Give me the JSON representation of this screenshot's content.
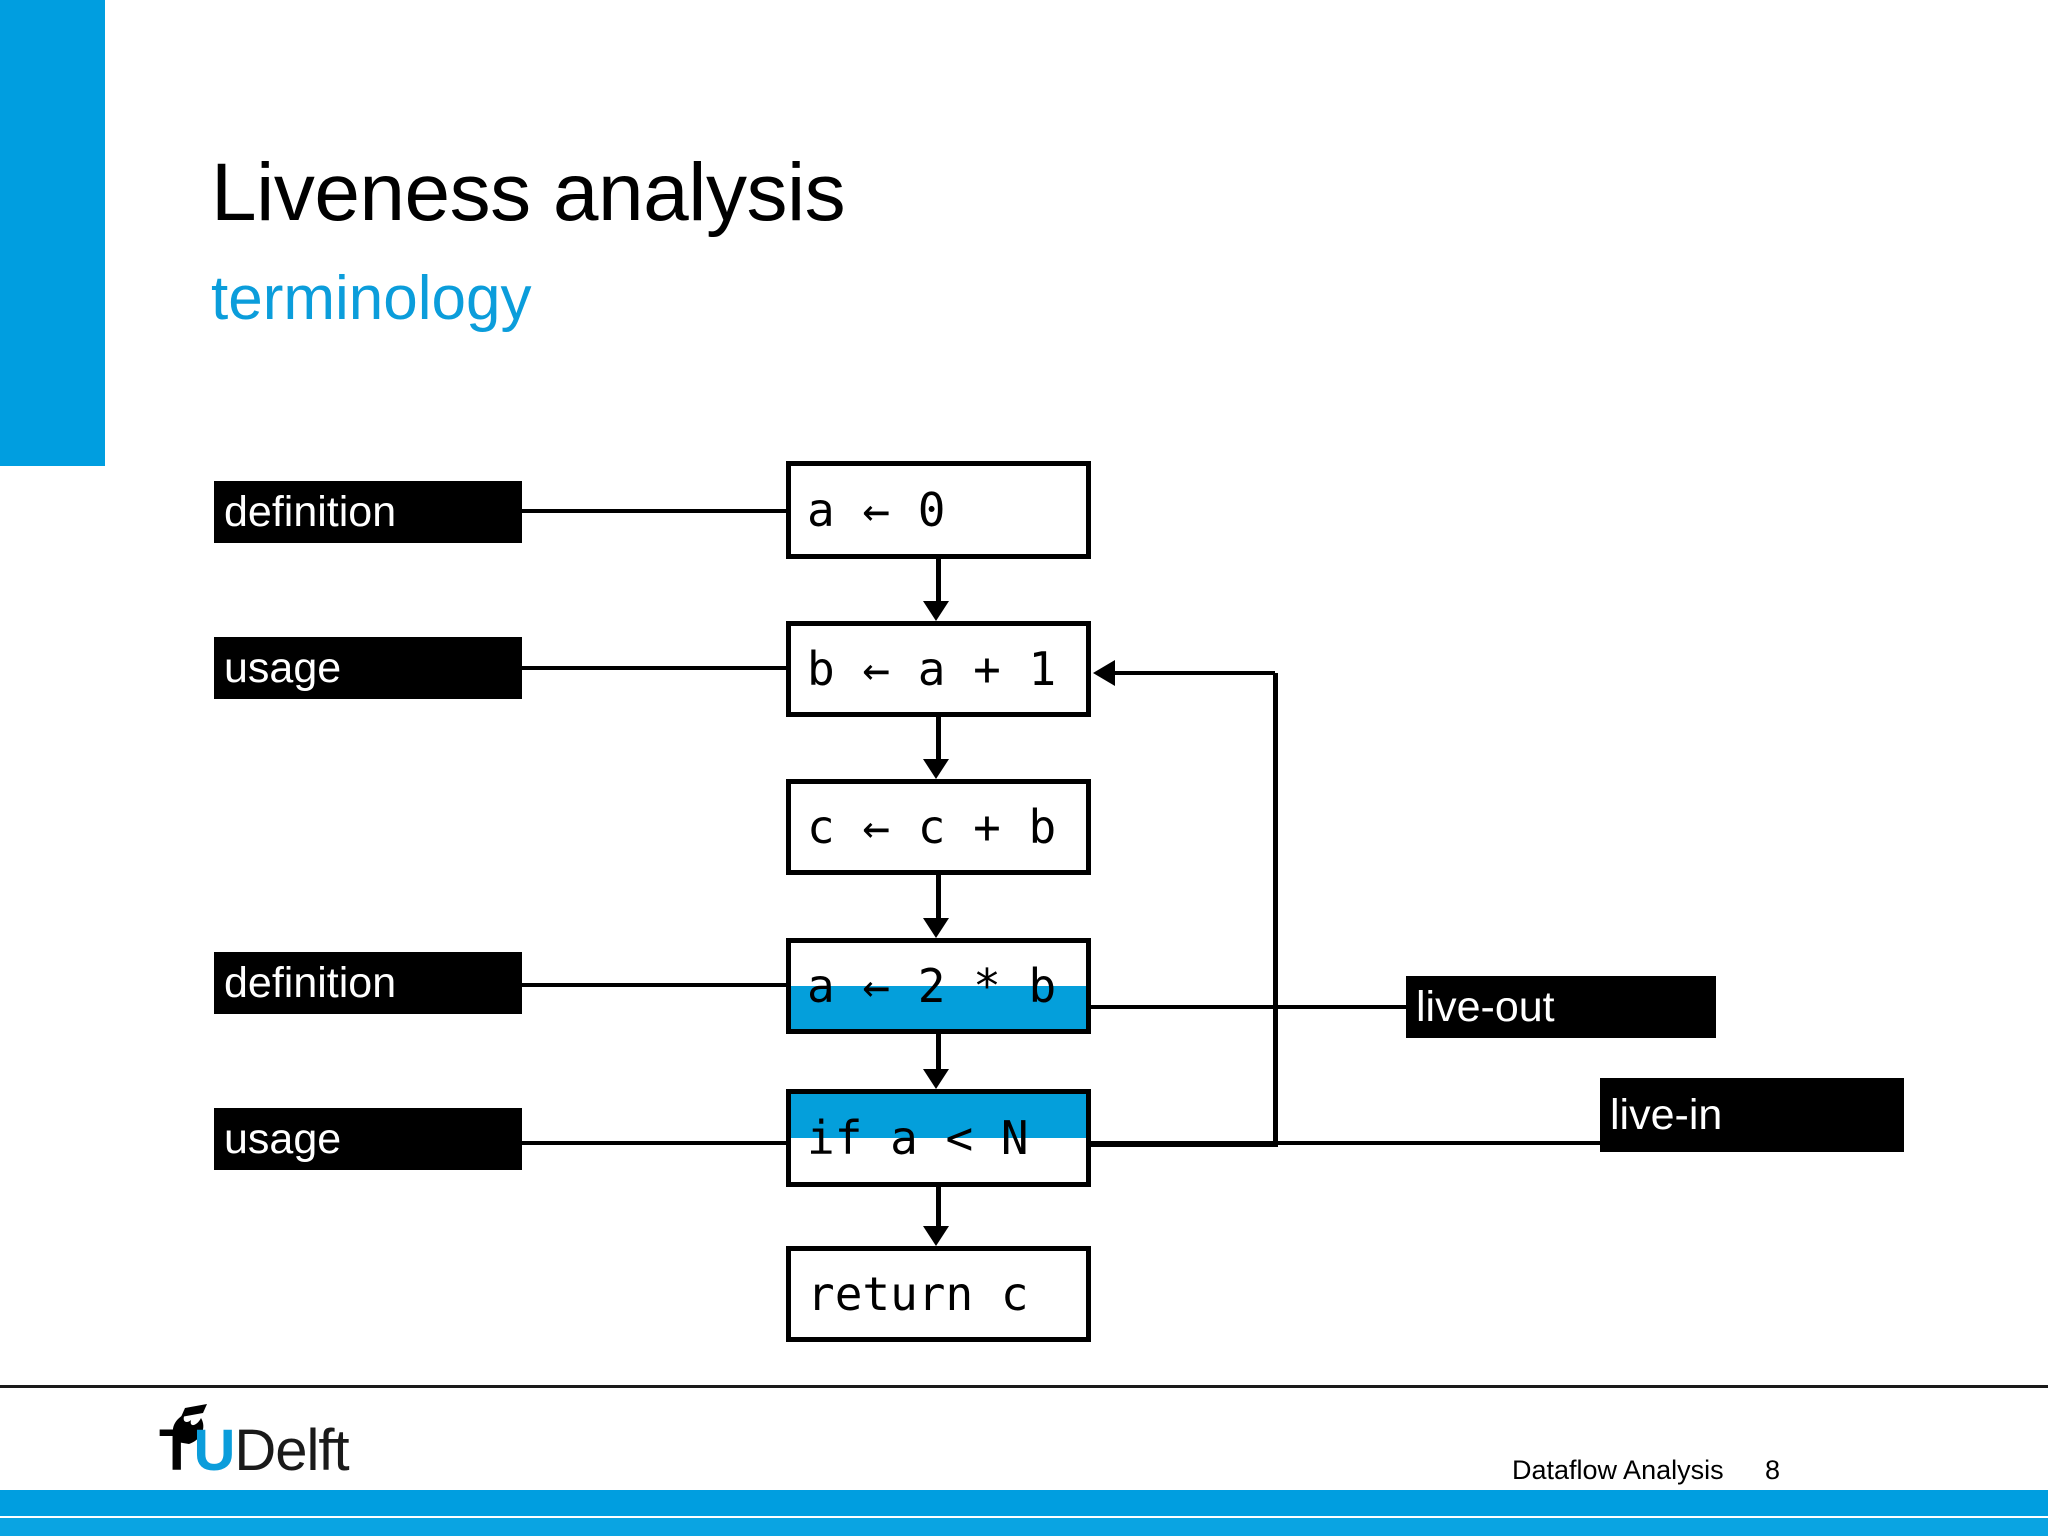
{
  "slide": {
    "title": "Liveness analysis",
    "subtitle": "terminology",
    "accent_color": "#009ee0",
    "subtitle_color": "#0b9ddb",
    "highlight_color": "#049fdb"
  },
  "diagram": {
    "blocks": [
      {
        "id": "b1",
        "code": "a ← 0",
        "highlight": "none"
      },
      {
        "id": "b2",
        "code": "b ← a + 1",
        "highlight": "none"
      },
      {
        "id": "b3",
        "code": "c ← c + b",
        "highlight": "none"
      },
      {
        "id": "b4",
        "code": "a ← 2 * b",
        "highlight": "bottom"
      },
      {
        "id": "b5",
        "code": "if a < N",
        "highlight": "top"
      },
      {
        "id": "b6",
        "code": "return c",
        "highlight": "none"
      }
    ],
    "left_tags": [
      {
        "id": "t1",
        "label": "definition",
        "target": "b1"
      },
      {
        "id": "t2",
        "label": "usage",
        "target": "b2"
      },
      {
        "id": "t3",
        "label": "definition",
        "target": "b4"
      },
      {
        "id": "t4",
        "label": "usage",
        "target": "b5"
      }
    ],
    "right_tags": [
      {
        "id": "t5",
        "label": "live-out",
        "target": "b4"
      },
      {
        "id": "t6",
        "label": "live-in",
        "target": "b5"
      }
    ]
  },
  "footer": {
    "course": "Dataflow Analysis",
    "page": "8",
    "logo": {
      "tu": "TU",
      "t": "T",
      "u": "U",
      "delft": "Delft"
    }
  }
}
